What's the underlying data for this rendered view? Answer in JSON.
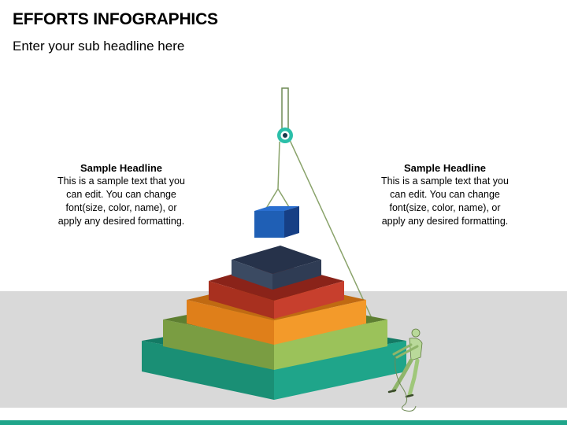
{
  "slide": {
    "title": "EFFORTS INFOGRAPHICS",
    "subtitle": "Enter your sub headline here"
  },
  "left_text": {
    "headline": "Sample Headline",
    "lines": [
      "This is a sample text that you",
      "can edit. You can change",
      "font(size, color, name), or",
      "apply any desired formatting."
    ]
  },
  "right_text": {
    "headline": "Sample Headline",
    "lines": [
      "This is a sample text that you",
      "can edit. You can change",
      "font(size, color, name), or",
      "apply any desired formatting."
    ]
  },
  "colors": {
    "accent": "#1fa58a",
    "floor": "#d9d9d9",
    "tier1": "#1fa58a",
    "tier2": "#8db54e",
    "tier3": "#f39a2a",
    "tier4": "#c0392b",
    "top_block": "#3b4a62",
    "hoisted_cube": "#1f5fb5",
    "pulley": "#2bbfa9",
    "rope": "#8aa36b",
    "person": "#b9d99a"
  },
  "icons": [
    "pulley-icon",
    "hoisted-cube-icon",
    "person-pulling-rope-icon"
  ]
}
